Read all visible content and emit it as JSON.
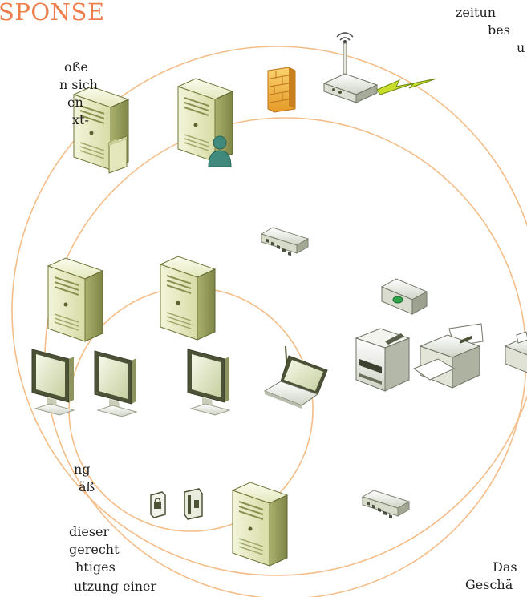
{
  "heading": "SPONSE",
  "left_top_lines": [
    "oße",
    "n sich",
    "en",
    "xt-"
  ],
  "right_top_lines": [
    "zeitun",
    "bes",
    "u"
  ],
  "left_bottom_lines": [
    "ng",
    "äß",
    "",
    "dieser",
    "gerecht",
    "htiges",
    "utzung einer"
  ],
  "right_bottom_lines": [
    "Das",
    "Geschä"
  ],
  "colors": {
    "accent": "#ee7d4a",
    "circle": "#f4bd88",
    "server_light": "#ecefcb",
    "server_dark": "#8d9550"
  },
  "icons": [
    "server-icon",
    "user-server-icon",
    "firewall-icon",
    "wireless-router-icon",
    "lightning-icon",
    "network-switch-icon",
    "network-hub-icon",
    "monitor-icon",
    "laptop-icon",
    "multifunction-printer-icon",
    "printer-icon",
    "door-lock-icon"
  ]
}
